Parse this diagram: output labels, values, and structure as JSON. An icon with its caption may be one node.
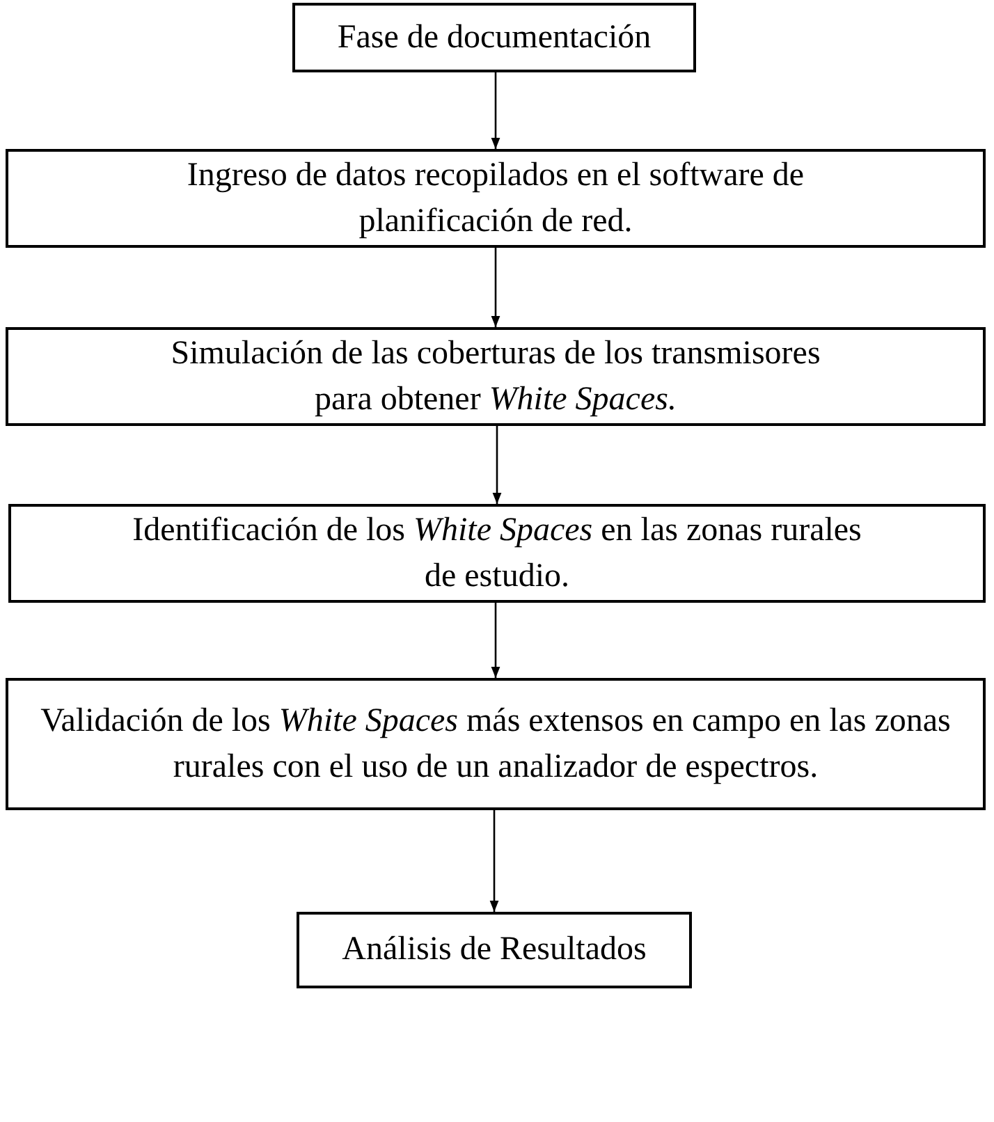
{
  "diagram": {
    "nodes": [
      {
        "text": [
          "Fase de documentación"
        ]
      },
      {
        "text": [
          "Ingreso de datos recopilados en el software de planificación de red."
        ]
      },
      {
        "text": [
          "Simulación de las coberturas de los transmisores para obtener *White Spaces.*"
        ]
      },
      {
        "text": [
          "Identificación de los *White Spaces* en las zonas rurales de estudio."
        ]
      },
      {
        "text": [
          "Validación de los *White Spaces* más extensos en campo en las zonas rurales con el uso de un analizador de espectros."
        ]
      },
      {
        "text": [
          "Análisis de Resultados"
        ]
      }
    ],
    "edges": [
      {
        "from": 0,
        "to": 1,
        "arrow": "to"
      },
      {
        "from": 1,
        "to": 2,
        "arrow": "to"
      },
      {
        "from": 2,
        "to": 3,
        "arrow": "to"
      },
      {
        "from": 3,
        "to": 4,
        "arrow": "to"
      },
      {
        "from": 4,
        "to": 5,
        "arrow": "to"
      }
    ]
  }
}
